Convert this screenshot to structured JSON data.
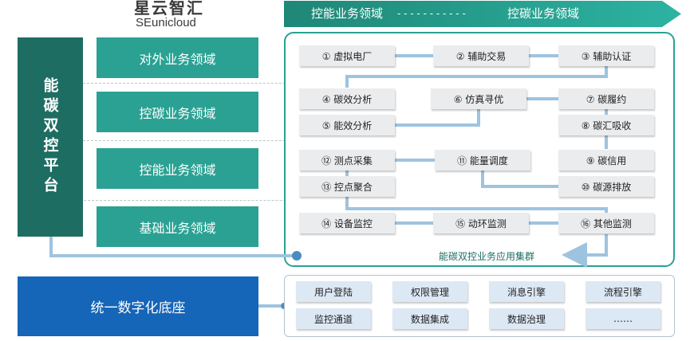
{
  "logo": {
    "main": "星云智汇",
    "sub": "SEunicloud"
  },
  "platform": "能碳双控平台",
  "banner": {
    "left": "控能业务领域",
    "dashes": "- - - - - - - - - - -",
    "right": "控碳业务领域"
  },
  "domains": {
    "external": "对外业务领域",
    "carbon": "控碳业务领域",
    "energy": "控能业务领域",
    "basic": "基础业务领域"
  },
  "nodes": {
    "n1": "① 虚拟电厂",
    "n2": "② 辅助交易",
    "n3": "③ 辅助认证",
    "n4": "④ 碳效分析",
    "n5": "⑤ 能效分析",
    "n6": "⑥ 仿真寻优",
    "n7": "⑦ 碳履约",
    "n8": "⑧ 碳汇吸收",
    "n9": "⑨ 碳信用",
    "n10": "⑩ 碳源排放",
    "n11": "⑪ 能量调度",
    "n12": "⑫ 测点采集",
    "n13": "⑬ 控点聚合",
    "n14": "⑭ 设备监控",
    "n15": "⑮ 动环监测",
    "n16": "⑯ 其他监测"
  },
  "cluster_label": "能碳双控业务应用集群",
  "foundation": "统一数字化底座",
  "services": [
    "用户登陆",
    "权限管理",
    "消息引擎",
    "流程引擎",
    "监控通道",
    "数据集成",
    "数据治理",
    "……"
  ],
  "colors": {
    "platform": "#1d6d62",
    "domain": "#2aa193",
    "foundation": "#1565b8",
    "connector": "#9ec3df",
    "node": "#ebecee",
    "service": "#dde8f5"
  }
}
